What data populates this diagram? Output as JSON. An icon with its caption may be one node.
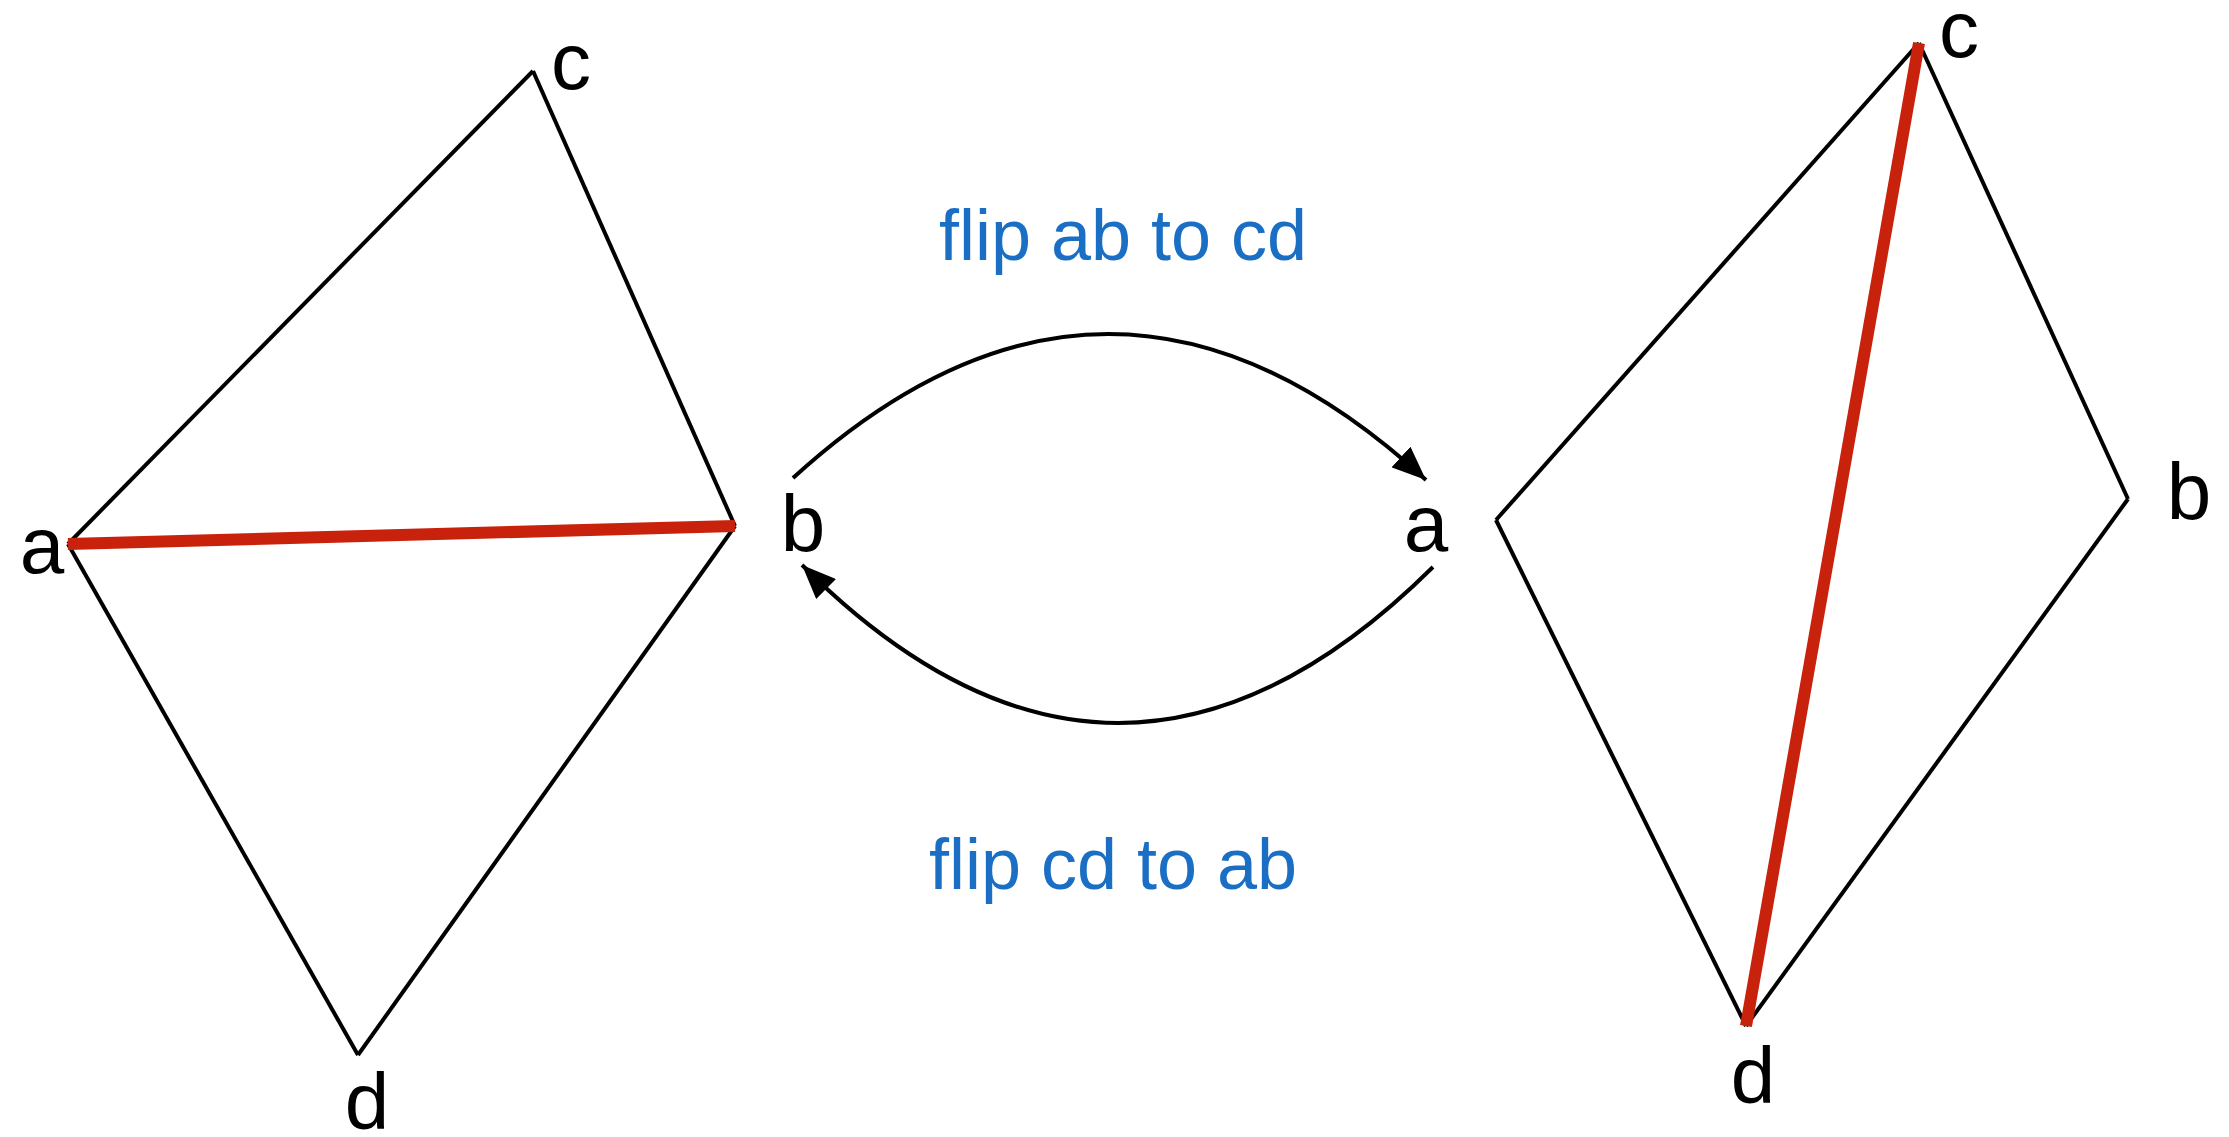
{
  "diagram": {
    "nodes": [
      {
        "text": [
          "a"
        ]
      },
      {
        "text": [
          "c"
        ]
      },
      {
        "text": [
          "b"
        ]
      },
      {
        "text": [
          "d"
        ]
      },
      {
        "text": [
          "a"
        ]
      },
      {
        "text": [
          "c"
        ]
      },
      {
        "text": [
          "b"
        ]
      },
      {
        "text": [
          "d"
        ]
      }
    ],
    "edges": [
      {
        "from": 0,
        "to": 1,
        "arrow": "none"
      },
      {
        "from": 1,
        "to": 2,
        "arrow": "none"
      },
      {
        "from": 2,
        "to": 3,
        "arrow": "none"
      },
      {
        "from": 3,
        "to": 0,
        "arrow": "none"
      },
      {
        "from": 0,
        "to": 2,
        "arrow": "none",
        "style": "thick",
        "color": "#c8210c"
      },
      {
        "from": 4,
        "to": 5,
        "arrow": "none"
      },
      {
        "from": 5,
        "to": 6,
        "arrow": "none"
      },
      {
        "from": 6,
        "to": 7,
        "arrow": "none"
      },
      {
        "from": 7,
        "to": 4,
        "arrow": "none"
      },
      {
        "from": 5,
        "to": 7,
        "arrow": "none",
        "style": "thick",
        "color": "#c8210c"
      },
      {
        "from": 2,
        "to": 4,
        "arrow": "to",
        "label": "flip ab to cd"
      },
      {
        "from": 4,
        "to": 2,
        "arrow": "to",
        "label": "flip cd to ab"
      }
    ]
  }
}
